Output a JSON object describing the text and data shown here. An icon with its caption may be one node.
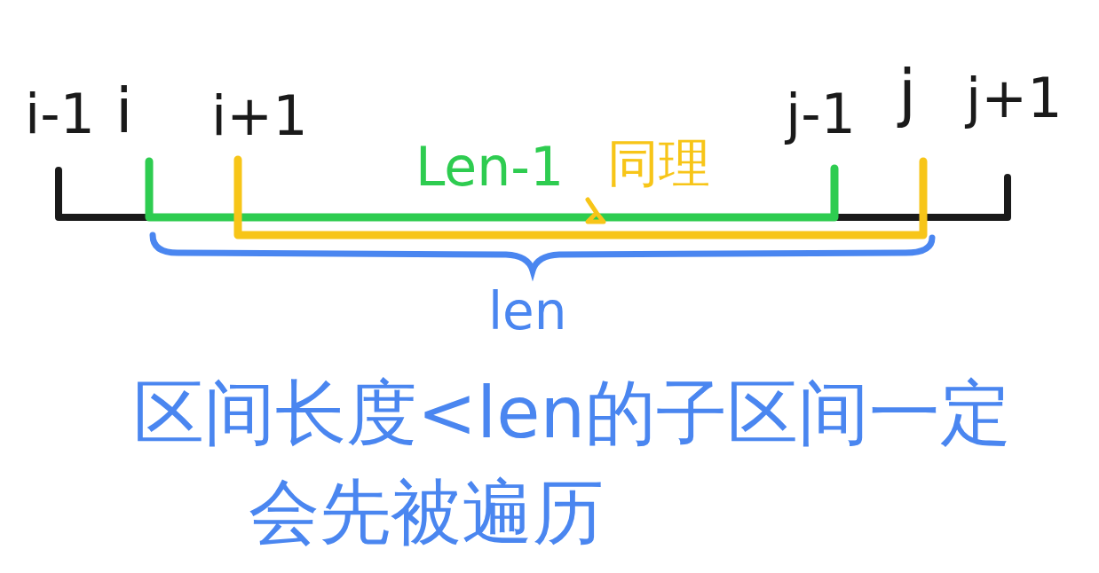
{
  "diagram": {
    "labels": [
      "i-1",
      "i",
      "i+1",
      "j-1",
      "j",
      "j+1",
      "Len-1",
      "同理",
      "len",
      "区间长度<len的子区间一定会先被遍历"
    ]
  }
}
